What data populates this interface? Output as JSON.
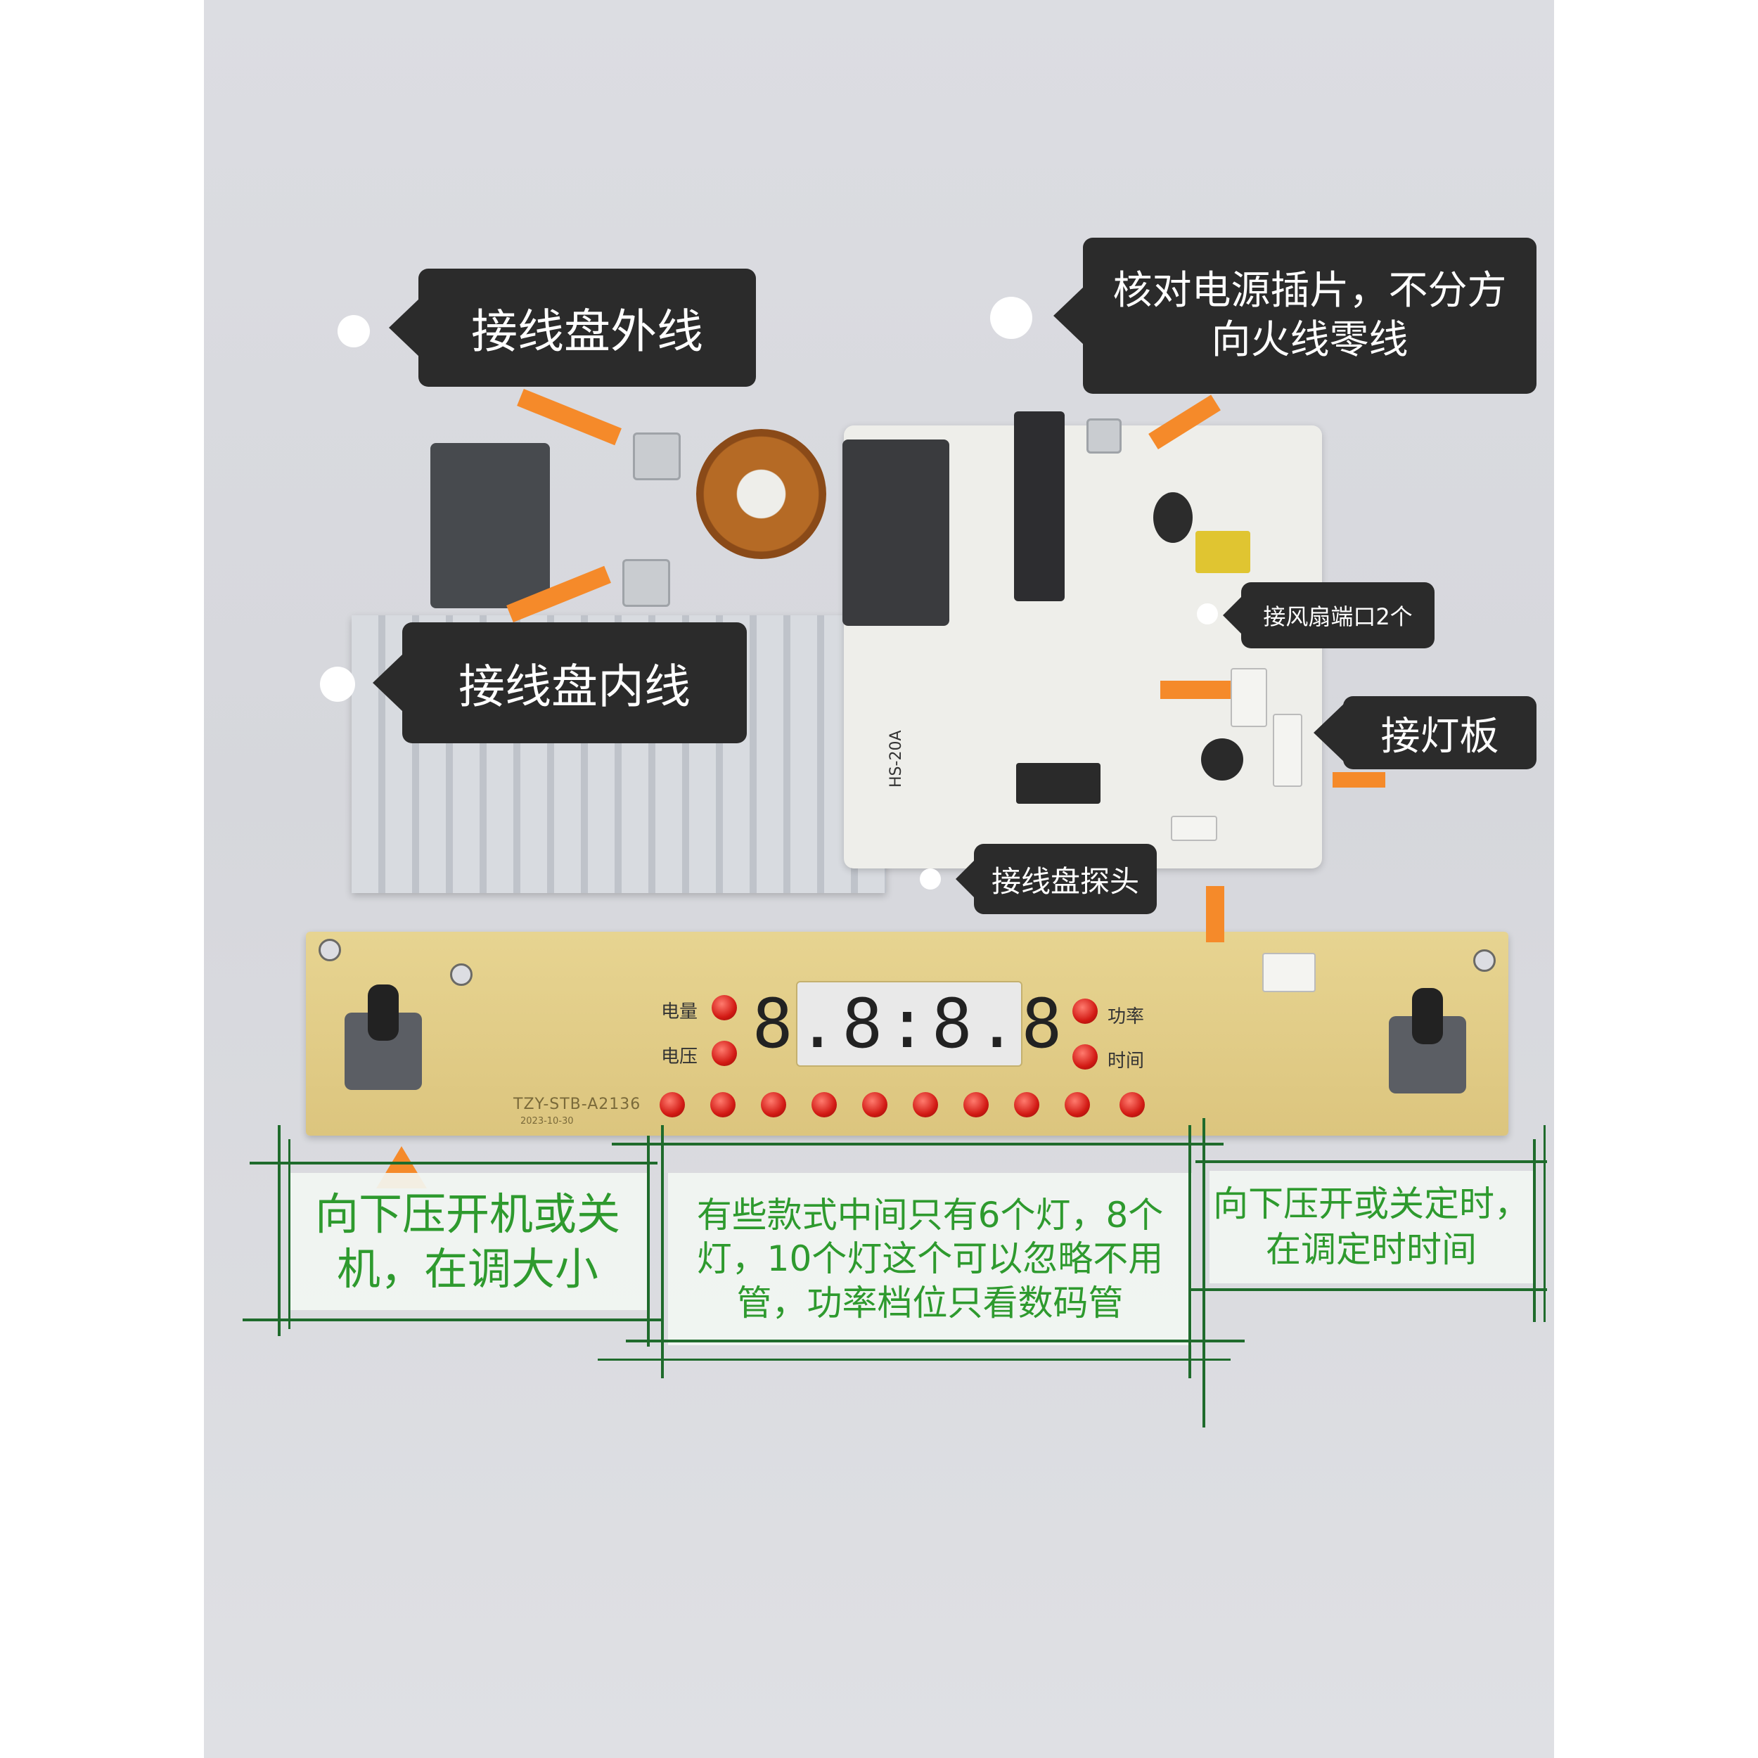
{
  "callouts": {
    "outer_coil": "接线盘外线",
    "power_tabs": "核对电源插片，不分方向火线零线",
    "inner_coil": "接线盘内线",
    "fan_port": "接风扇端口2个",
    "light_board": "接灯板",
    "coil_probe": "接线盘探头"
  },
  "notes": {
    "left_knob": "向下压开机或关机，在调大小",
    "middle_lights": "有些款式中间只有6个灯，8个灯，10个灯这个可以忽略不用管，功率档位只看数码管",
    "right_knob": "向下压开或关定时，在调定时时间"
  },
  "board": {
    "model": "TZY-STB-A2136",
    "date": "2023-10-30",
    "label_quantity": "电量",
    "label_voltage": "电压",
    "label_power": "功率",
    "label_time": "时间",
    "main_model": "HS-20A",
    "display": "8.8:8.8"
  },
  "colors": {
    "callout_bg": "#2b2b2b",
    "arrow": "#f58a2a",
    "note_text": "#2e9a2e",
    "grid_line": "#1f6b2c"
  }
}
